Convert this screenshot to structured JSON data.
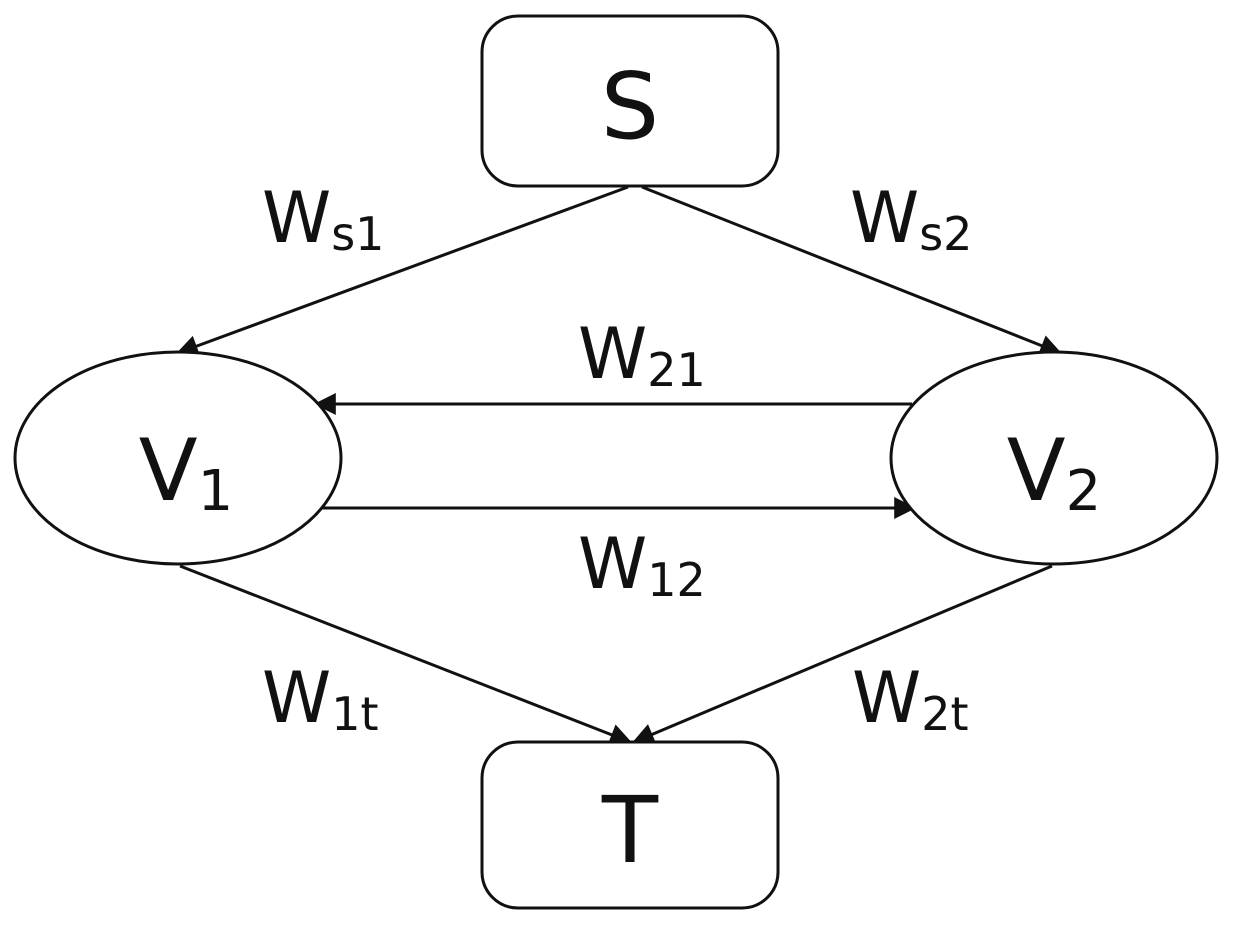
{
  "nodes": {
    "source": {
      "label": "S"
    },
    "v1": {
      "label": "V",
      "sub": "1"
    },
    "v2": {
      "label": "V",
      "sub": "2"
    },
    "sink": {
      "label": "T"
    }
  },
  "edges": {
    "s1": {
      "main": "W",
      "sub": "s1"
    },
    "s2": {
      "main": "W",
      "sub": "s2"
    },
    "e21": {
      "main": "W",
      "sub": "21"
    },
    "e12": {
      "main": "W",
      "sub": "12"
    },
    "e1t": {
      "main": "W",
      "sub": "1t"
    },
    "e2t": {
      "main": "W",
      "sub": "2t"
    }
  },
  "colors": {
    "stroke": "#111111",
    "background": "#ffffff"
  }
}
